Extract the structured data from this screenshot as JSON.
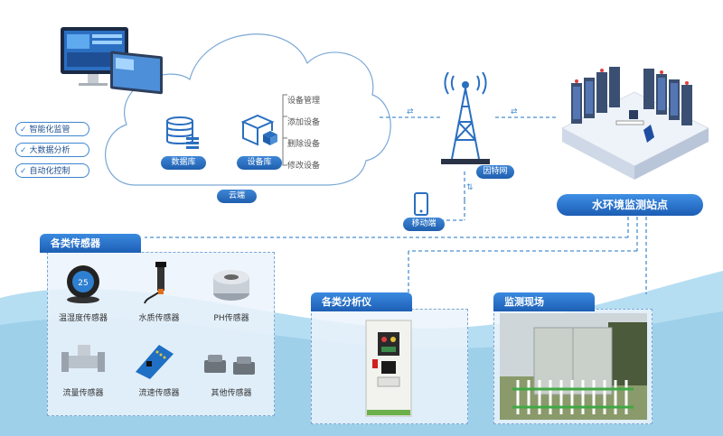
{
  "features": [
    {
      "label": "智能化监管"
    },
    {
      "label": "大数据分析"
    },
    {
      "label": "自动化控制"
    }
  ],
  "cloud": {
    "title": "云端",
    "database_label": "数据库",
    "device_lib_label": "设备库",
    "device_ops": [
      "设备管理",
      "添加设备",
      "删除设备",
      "修改设备"
    ]
  },
  "network": {
    "label": "因特网"
  },
  "mobile": {
    "label": "移动端"
  },
  "station": {
    "label": "水环境监测站点"
  },
  "sensors": {
    "title": "各类传感器",
    "items": [
      {
        "label": "温湿度传感器"
      },
      {
        "label": "水质传感器"
      },
      {
        "label": "PH传感器"
      },
      {
        "label": "流量传感器"
      },
      {
        "label": "流速传感器"
      },
      {
        "label": "其他传感器"
      }
    ]
  },
  "analyzers": {
    "title": "各类分析仪"
  },
  "site": {
    "title": "监测现场"
  },
  "colors": {
    "primary": "#1f5fae",
    "accent": "#3a8ae0",
    "wave": "#a9d7ee",
    "panel_border": "#7aa8d6"
  }
}
